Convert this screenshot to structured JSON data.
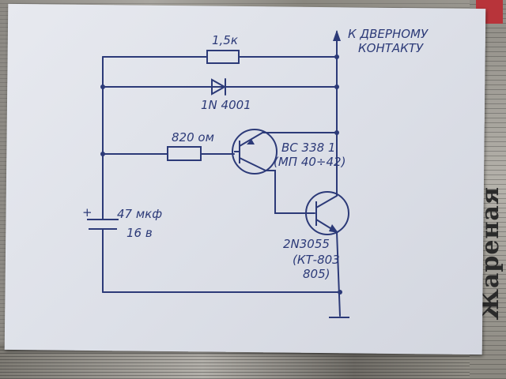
{
  "newspaper": {
    "headline": "Жареная"
  },
  "labels": {
    "door_contact_line1": "К ДВЕРНОМУ",
    "door_contact_line2": "КОНТАКТУ",
    "resistor_top": "1,5к",
    "diode": "1N 4001",
    "resistor_mid": "820 ом",
    "transistor1_line1": "BC 338 1",
    "transistor1_line2": "(МП 40÷42)",
    "capacitor_line1": "47 мкф",
    "capacitor_line2": "16 в",
    "capacitor_plus": "+",
    "transistor2_line1": "2N3055",
    "transistor2_line2": "(КТ-803",
    "transistor2_line3": "805)"
  },
  "colors": {
    "ink": "#2c3a78",
    "paper": "#e2e4eb"
  }
}
